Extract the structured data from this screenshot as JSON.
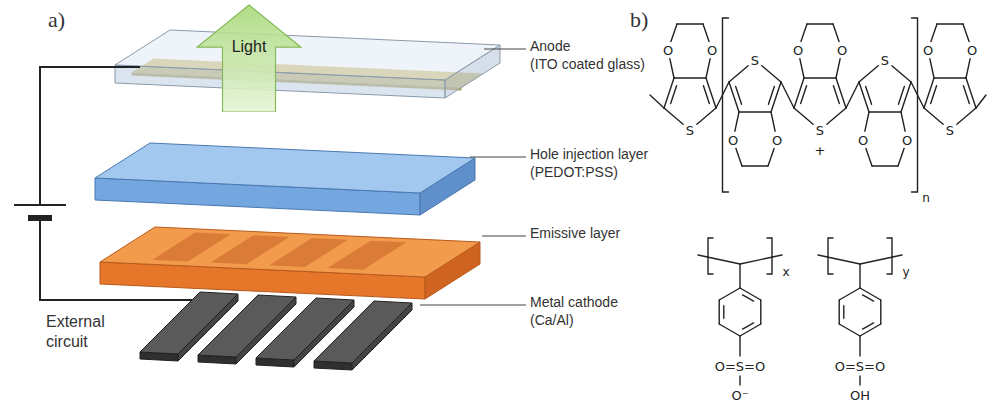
{
  "diagram": {
    "nodes": [
      {
        "text": [
          "Light"
        ]
      }
    ],
    "labels": [
      "a)",
      "Anode (ITO coated glass)",
      "Hole injection layer (PEDOT:PSS)",
      "Emissive layer",
      "Metal cathode (Ca/Al)",
      "External circuit",
      "b)",
      "O",
      "O",
      "S",
      "S",
      "O",
      "O",
      "O",
      "O",
      "S",
      "S",
      "O",
      "O",
      "O",
      "O",
      "S",
      "+",
      "n",
      "x",
      "O=S=O",
      "O⁻",
      "y",
      "O=S=O",
      "OH"
    ]
  }
}
